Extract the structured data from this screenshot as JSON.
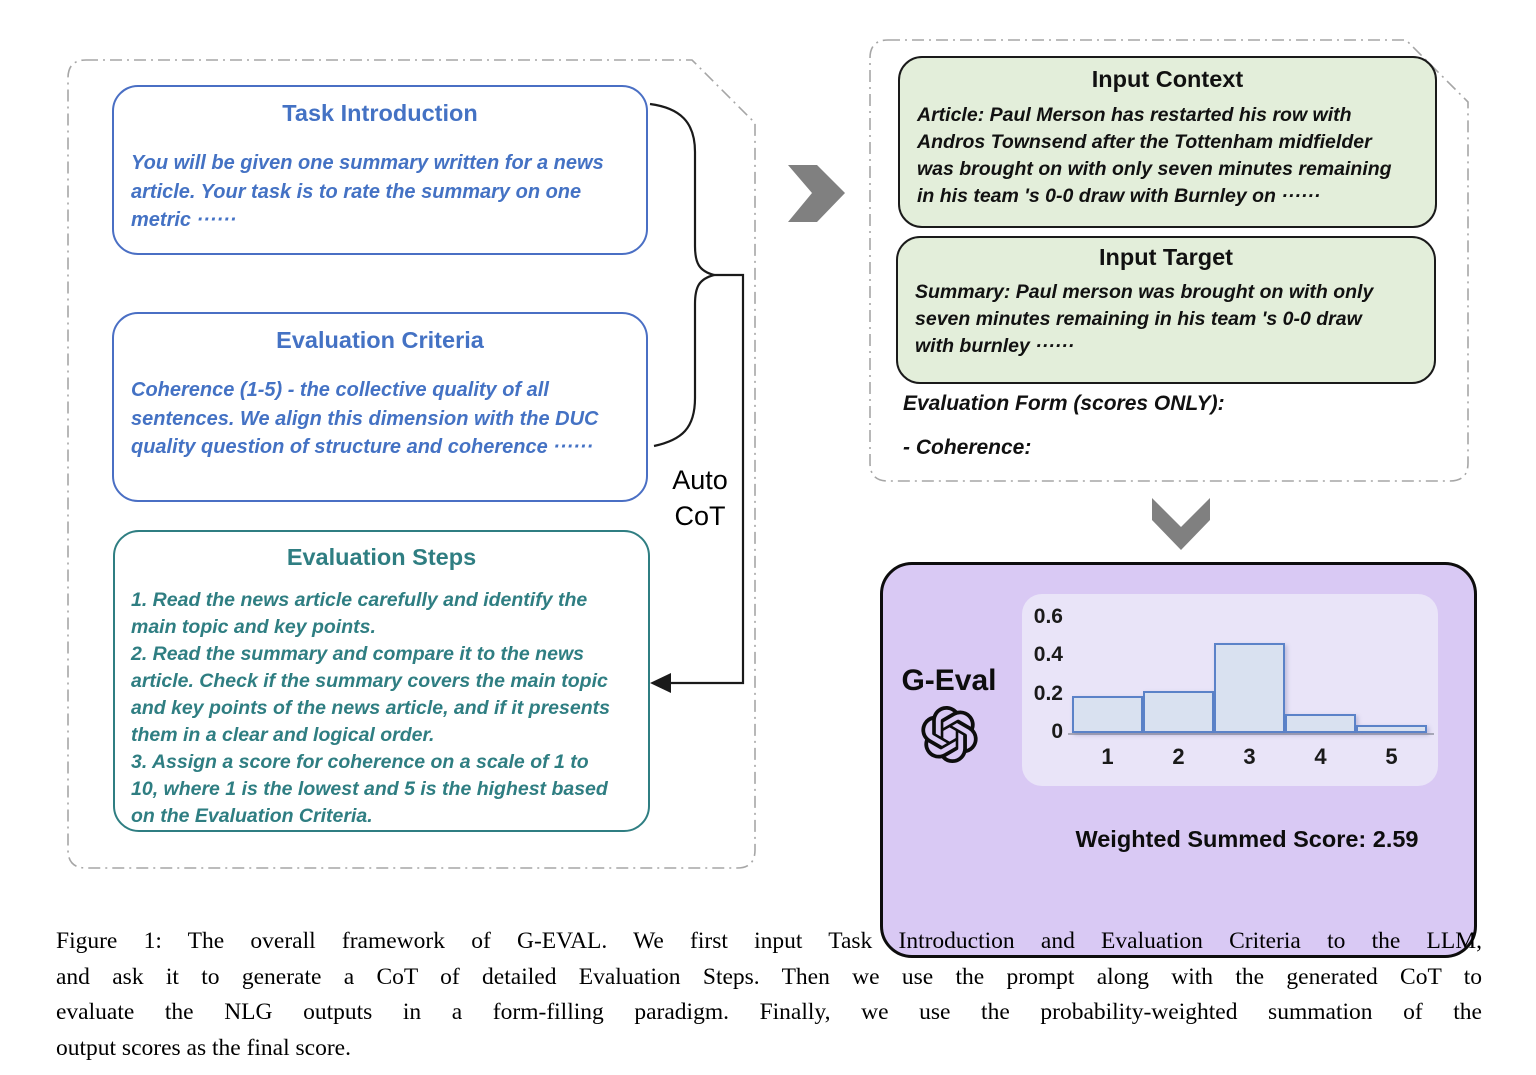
{
  "figure": {
    "left_panel": {
      "task_introduction": {
        "title": "Task Introduction",
        "body": "You will be given one summary written for a news\narticle. Your task is to rate the summary on one\nmetric ······"
      },
      "evaluation_criteria": {
        "title": "Evaluation Criteria",
        "body": "Coherence (1-5) -  the collective quality of all\nsentences. We align this dimension with the DUC\nquality question of structure and coherence ······"
      },
      "evaluation_steps": {
        "title": "Evaluation Steps",
        "steps": [
          "1.  Read the news article carefully and identify the\nmain topic and key points.",
          "2.  Read the summary and compare it to the news\narticle. Check if the summary covers the main topic\nand key points of the news article, and if it presents\nthem in a clear and logical order.",
          "3.  Assign a score for coherence on a scale of 1 to\n10, where 1 is the lowest and 5 is the highest based\non the Evaluation Criteria."
        ]
      }
    },
    "auto_cot_label": "Auto\nCoT",
    "right_panel": {
      "input_context": {
        "title": "Input Context",
        "body": "Article: Paul Merson has restarted his row with\nAndros Townsend after the Tottenham midfielder\nwas brought on with only seven minutes remaining\nin his team 's 0-0 draw with Burnley on ······"
      },
      "input_target": {
        "title": "Input Target",
        "body": "Summary: Paul merson was brought on with only\nseven minutes remaining in his team 's 0-0 draw\nwith burnley ······"
      },
      "evaluation_form_label": "Evaluation Form (scores ONLY):",
      "coherence_label": "- Coherence:"
    },
    "geval_box": {
      "label": "G-Eval",
      "logo_icon": "openai-logo",
      "weighted_score_label": "Weighted Summed Score: 2.59"
    },
    "caption_lines": [
      "Figure 1: The overall framework of G-EVAL. We first input Task Introduction and Evaluation Criteria to the LLM,",
      "and ask it to generate a CoT of detailed Evaluation Steps. Then we use the prompt along with the generated CoT to",
      "evaluate the NLG outputs in a form-filling paradigm. Finally, we use the probability-weighted summation of the",
      "output scores as the final score."
    ]
  },
  "chart_data": {
    "type": "bar",
    "title": "",
    "xlabel": "",
    "ylabel": "",
    "categories": [
      "1",
      "2",
      "3",
      "4",
      "5"
    ],
    "values": [
      0.19,
      0.22,
      0.47,
      0.1,
      0.04
    ],
    "yticks": [
      0,
      0.2,
      0.4,
      0.6
    ],
    "ylim": [
      0,
      0.6
    ],
    "grid": false,
    "legend": "none",
    "annotation": "Weighted Summed Score: 2.59",
    "bar_fill": "#d9e1f0",
    "bar_stroke": "#5b82c8"
  },
  "colors": {
    "blue_accent": "#4472c4",
    "blue_border": "#4a6fc4",
    "teal_accent": "#2f7e82",
    "green_fill": "#e3eeda",
    "purple_fill": "#d9c9f4",
    "chart_panel_fill": "#e9e4f8",
    "arrow_gray": "#808080",
    "dash_gray": "#a6a6a6",
    "line_black": "#1a1a1a"
  }
}
